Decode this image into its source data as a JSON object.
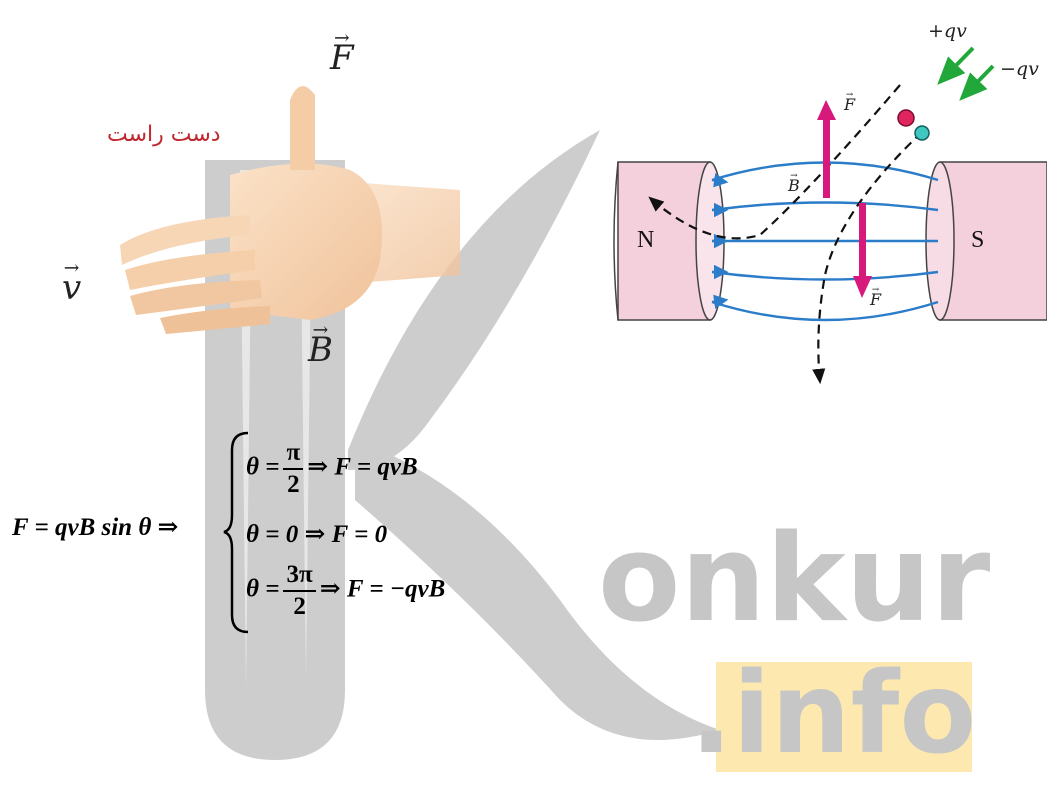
{
  "hand_figure": {
    "caption": "دست راست",
    "label_F": "F",
    "label_v": "v",
    "label_B": "B"
  },
  "magnet_figure": {
    "pole_north": "N",
    "pole_south": "S",
    "label_plus_qv": "+qv",
    "label_minus_qv": "−qv",
    "label_B": "B",
    "label_F_top": "F",
    "label_F_bottom": "F"
  },
  "equation": {
    "lhs": "F = qvB sin θ ⇒",
    "case1_theta": "θ =",
    "case1_num": "π",
    "case1_den": "2",
    "case1_rhs": "⇒ F = qvB",
    "case2": "θ = 0 ⇒ F = 0",
    "case3_theta": "θ =",
    "case3_num": "3π",
    "case3_den": "2",
    "case3_rhs": "⇒ F = −qvB"
  },
  "watermark": {
    "word": "onkur",
    "suffix": ".info"
  },
  "colors": {
    "field_lines": "#2b7cc9",
    "force_arrow": "#d6197a",
    "velocity_arrow": "#22a83a",
    "pos_charge": "#e0245e",
    "neg_charge": "#3fc7c0",
    "magnet_fill": "#f4d0dc",
    "caption": "#c0282e",
    "watermark": "#c6c6c6",
    "watermark_box": "#fde9b0"
  }
}
